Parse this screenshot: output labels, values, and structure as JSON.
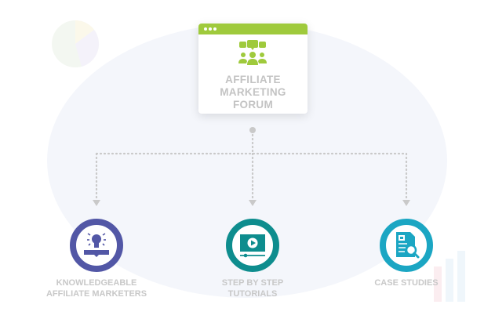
{
  "hub": {
    "title_lines": [
      "AFFILIATE",
      "MARKETING",
      "FORUM"
    ],
    "icon": "forum-people-icon",
    "accent": "#9fca3c"
  },
  "branches": [
    {
      "label_lines": [
        "KNOWLEDGEABLE",
        "AFFILIATE MARKETERS"
      ],
      "icon": "lightbulb-book-icon",
      "color": "#5257a6"
    },
    {
      "label_lines": [
        "STEP BY STEP",
        "TUTORIALS"
      ],
      "icon": "video-player-icon",
      "color": "#0e8d8e"
    },
    {
      "label_lines": [
        "CASE STUDIES"
      ],
      "icon": "document-search-icon",
      "color": "#1ba6c3"
    }
  ]
}
